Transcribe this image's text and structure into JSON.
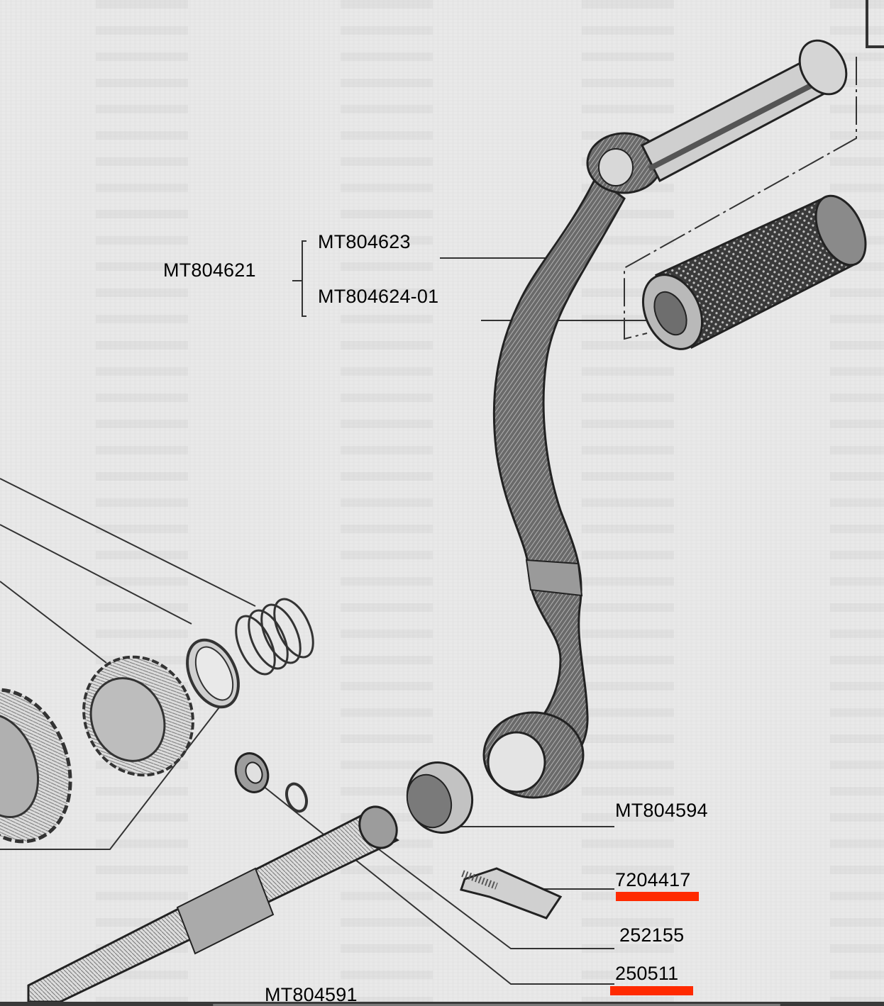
{
  "diagram": {
    "type": "exploded-parts-diagram",
    "subject": "kick-start lever assembly",
    "labels": {
      "assembly": "MT804621",
      "lever": "MT804623",
      "pedal_rubber": "MT804624-01",
      "bushing": "MT804594",
      "pin": "7204417",
      "washer": "252155",
      "nut": "250511",
      "shaft": "MT804591"
    },
    "highlighted_labels": [
      "7204417",
      "250511"
    ],
    "colors": {
      "background": "#e9e9e9",
      "label_text": "#000000",
      "highlight": "#ff2a00",
      "drawing_ink": "#2b2b2b"
    }
  }
}
